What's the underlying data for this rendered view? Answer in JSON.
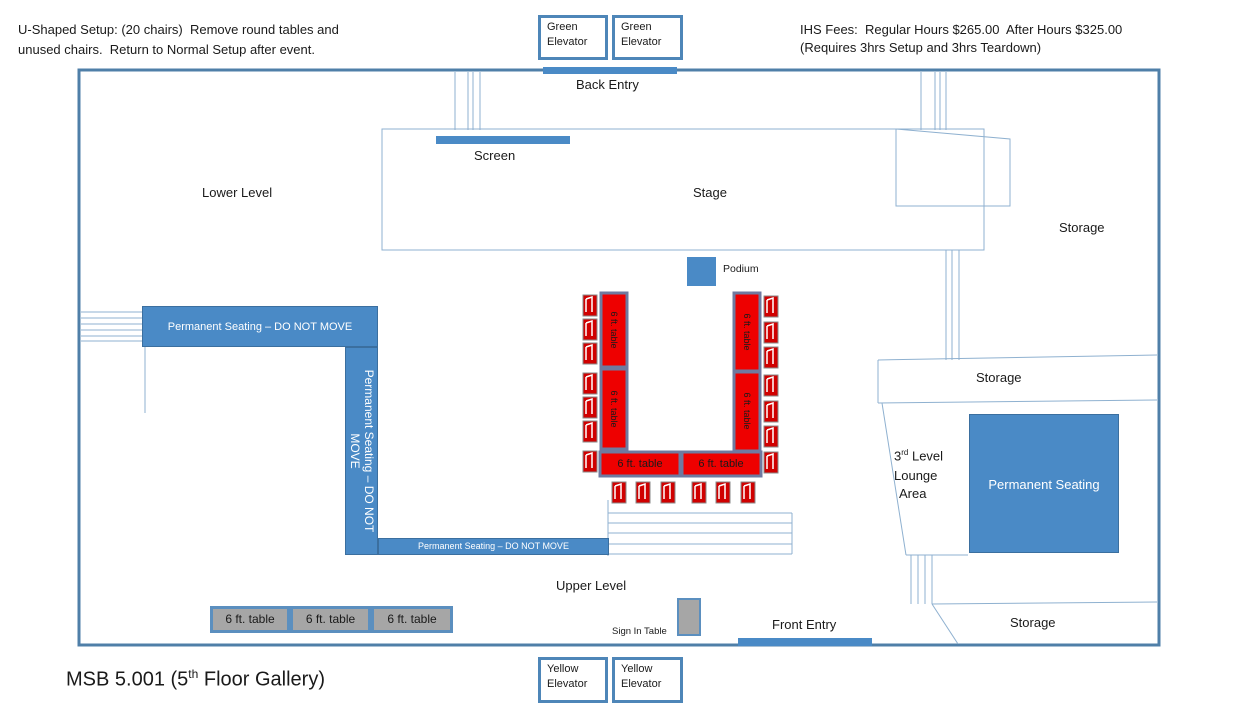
{
  "notes": {
    "setup": "U-Shaped Setup: (20 chairs)  Remove round tables and\nunused chairs.  Return to Normal Setup after event.",
    "fees_line1": "IHS Fees:  Regular Hours $265.00  After Hours $325.00",
    "fees_line2": "(Requires 3hrs Setup and 3hrs Teardown)"
  },
  "elevators": {
    "green_1": "Green\nElevator",
    "green_2": "Green\nElevator",
    "yellow_1": "Yellow\nElevator",
    "yellow_2": "Yellow\nElevator"
  },
  "labels": {
    "back_entry": "Back Entry",
    "screen": "Screen",
    "stage": "Stage",
    "lower_level": "Lower Level",
    "storage_right": "Storage",
    "podium": "Podium",
    "storage_mid": "Storage",
    "lounge_line1": "3",
    "lounge_sup": "rd",
    "lounge_line1_rest": " Level",
    "lounge_line2": "Lounge",
    "lounge_line3": "Area",
    "permanent_seating_right": "Permanent Seating",
    "permanent_seating_left_top": "Permanent Seating – DO NOT MOVE",
    "permanent_seating_vertical": "Permanent Seating – DO NOT MOVE",
    "permanent_seating_bottom": "Permanent Seating – DO NOT MOVE",
    "upper_level": "Upper Level",
    "sign_in_table": "Sign In Table",
    "front_entry": "Front Entry",
    "storage_bottom": "Storage"
  },
  "tables": {
    "u_left_top": "6 ft. table",
    "u_left_mid": "6 ft. table",
    "u_right_top": "6 ft. table",
    "u_right_mid": "6 ft. table",
    "u_bottom_left": "6 ft. table",
    "u_bottom_right": "6 ft. table",
    "gray": [
      "6 ft. table",
      "6 ft. table",
      "6 ft. table"
    ]
  },
  "title": {
    "main": "MSB 5.001 (5",
    "sup": "th",
    "rest": " Floor Gallery)"
  },
  "colors": {
    "wall": "#4f7fa8",
    "blue": "#4a8ac6",
    "red_table": "#ee0000",
    "chair": "#d00000",
    "gray_table": "#a6a6a6"
  }
}
